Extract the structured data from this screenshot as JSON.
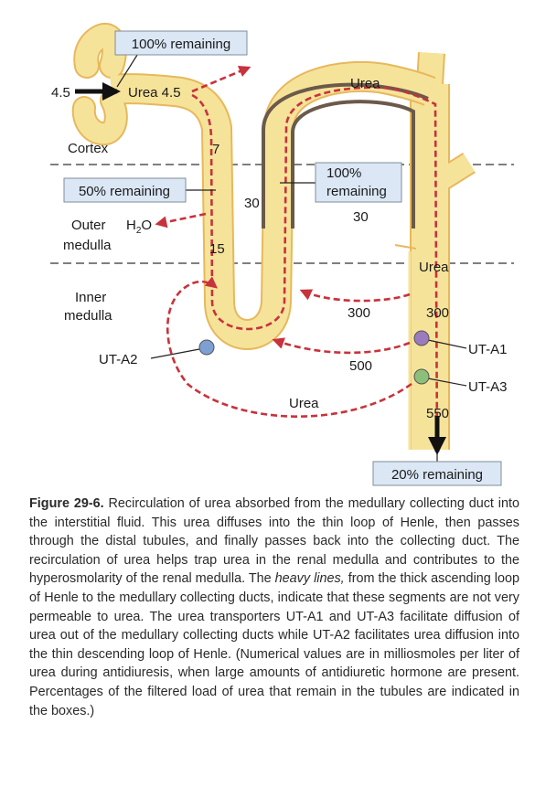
{
  "labels": {
    "cortex": "Cortex",
    "outer_medulla_1": "Outer",
    "outer_medulla_2": "medulla",
    "inner_medulla_1": "Inner",
    "inner_medulla_2": "medulla",
    "h2o": "H",
    "h2o_sub": "2",
    "h2o_end": "O",
    "urea_in": "Urea 4.5",
    "urea_top": "Urea",
    "urea_cd": "Urea",
    "urea_bottom": "Urea",
    "ut_a1": "UT-A1",
    "ut_a2": "UT-A2",
    "ut_a3": "UT-A3"
  },
  "values": {
    "filtered": "4.5",
    "v7": "7",
    "v15": "15",
    "v30_interstitium": "30",
    "v30_distal": "30",
    "v300_interstitium": "300",
    "v300_duct": "300",
    "v500": "500",
    "v550": "550"
  },
  "boxes": {
    "remaining_100_top": "100% remaining",
    "remaining_50": "50% remaining",
    "remaining_100_distal_1": "100%",
    "remaining_100_distal_2": "remaining",
    "remaining_20": "20% remaining"
  },
  "colors": {
    "tubule_fill": "#f6e39a",
    "tubule_wall": "#e7b85c",
    "thick_wall": "#6b5a4a",
    "urea_path": "#c8323c",
    "box_fill": "#dbe7f5",
    "box_border": "#7f8c99",
    "ut_a1": "#9b7bbd",
    "ut_a2": "#7d9fd4",
    "ut_a3": "#8cc07a"
  },
  "caption": {
    "figure_label": "Figure 29-6.",
    "text_1": " Recirculation of urea absorbed from the medullary collecting duct into the interstitial fluid. This urea diffuses into the thin loop of Henle, then passes through the distal tubules, and finally passes back into the collecting duct. The recirculation of urea helps trap urea in the renal medulla and contributes to the hyperosmolarity of the renal medulla. The ",
    "heavy_lines": "heavy lines,",
    "text_2": " from the thick ascending loop of Henle to the medullary collecting ducts, indicate that these segments are not very permeable to urea. The urea transporters UT-A1 and UT-A3 facilitate diffusion of urea out of the medullary collecting ducts while UT-A2 facilitates urea diffusion into the thin descending loop of Henle. (Numerical values are in milliosmoles per liter of urea during antidiuresis, when large amounts of antidiuretic hormone are present. Percentages of the filtered load of urea that remain in the tubules are indicated in the boxes.)"
  }
}
